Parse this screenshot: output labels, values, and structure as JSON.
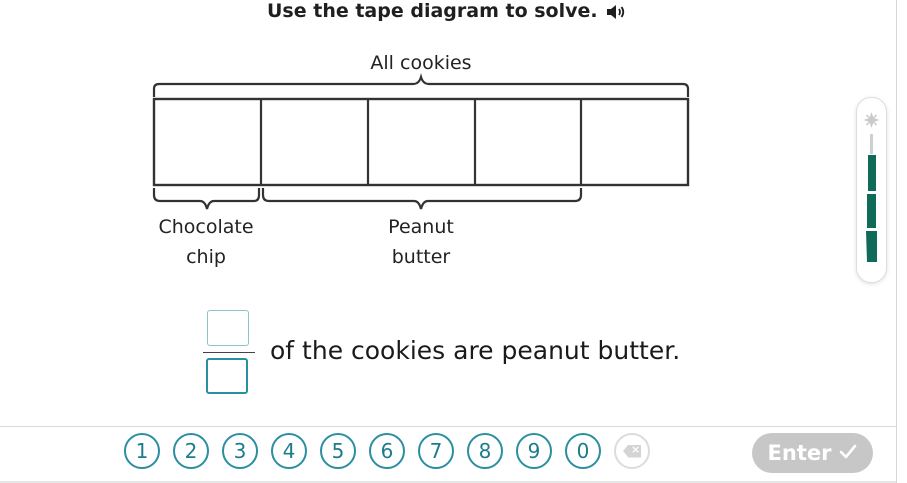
{
  "instruction": {
    "text": "Use the tape diagram to solve.",
    "icon": "speaker-icon"
  },
  "diagram": {
    "total_label": "All cookies",
    "segments": 5,
    "chocolate_label_line1": "Chocolate",
    "chocolate_label_line2": "chip",
    "peanut_label_line1": "Peanut",
    "peanut_label_line2": "butter"
  },
  "answer": {
    "numerator_value": "",
    "denominator_value": "",
    "sentence": "of the cookies are peanut butter."
  },
  "keypad": {
    "keys": [
      "1",
      "2",
      "3",
      "4",
      "5",
      "6",
      "7",
      "8",
      "9",
      "0"
    ],
    "delete_icon": "backspace-icon"
  },
  "enter_button": {
    "label": "Enter",
    "icon": "checkmark-icon"
  },
  "streak_meter": {
    "level": 0.8,
    "icon": "sparkle-icon"
  },
  "colors": {
    "accent": "#2a8fa0",
    "keypad_text": "#1d7c8c",
    "disabled": "#c7c7c7",
    "streak_fill": "#0f6b57"
  }
}
